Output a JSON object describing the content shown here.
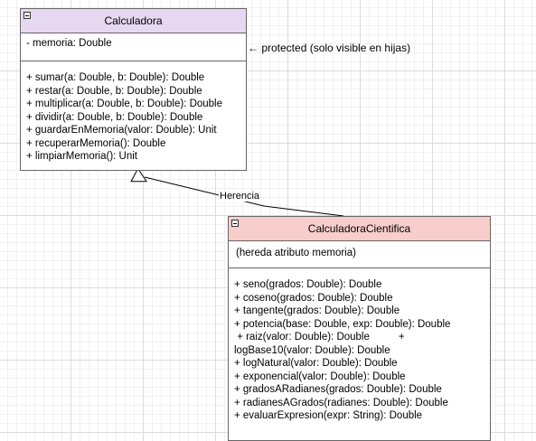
{
  "base_class": {
    "name": "Calculadora",
    "attributes": [
      "- memoria: Double"
    ],
    "methods": [
      "+ sumar(a: Double, b: Double): Double",
      "+ restar(a: Double, b: Double): Double",
      " + multiplicar(a: Double, b: Double): Double",
      "+ dividir(a: Double, b: Double): Double",
      "+ guardarEnMemoria(valor: Double): Unit",
      " + recuperarMemoria(): Double",
      " + limpiarMemoria(): Unit"
    ],
    "header_color": "#e6d8f0"
  },
  "derived_class": {
    "name": "CalculadoraCientifica",
    "attributes": [
      "(hereda atributo memoria)"
    ],
    "methods": [
      "+ seno(grados: Double): Double",
      "+ coseno(grados: Double): Double",
      " + tangente(grados: Double): Double",
      "+ potencia(base: Double, exp: Double): Double",
      " + raiz(valor: Double): Double          +",
      "logBase10(valor: Double): Double",
      "+ logNatural(valor: Double): Double",
      "+ exponencial(valor: Double): Double",
      " + gradosARadianes(grados: Double): Double",
      "+ radianesAGrados(radianes: Double): Double",
      "+ evaluarExpresion(expr: String): Double"
    ],
    "header_color": "#f8cecc"
  },
  "note": "← protected (solo visible en hijas)",
  "relation": {
    "type": "generalization",
    "label": "Herencia"
  }
}
